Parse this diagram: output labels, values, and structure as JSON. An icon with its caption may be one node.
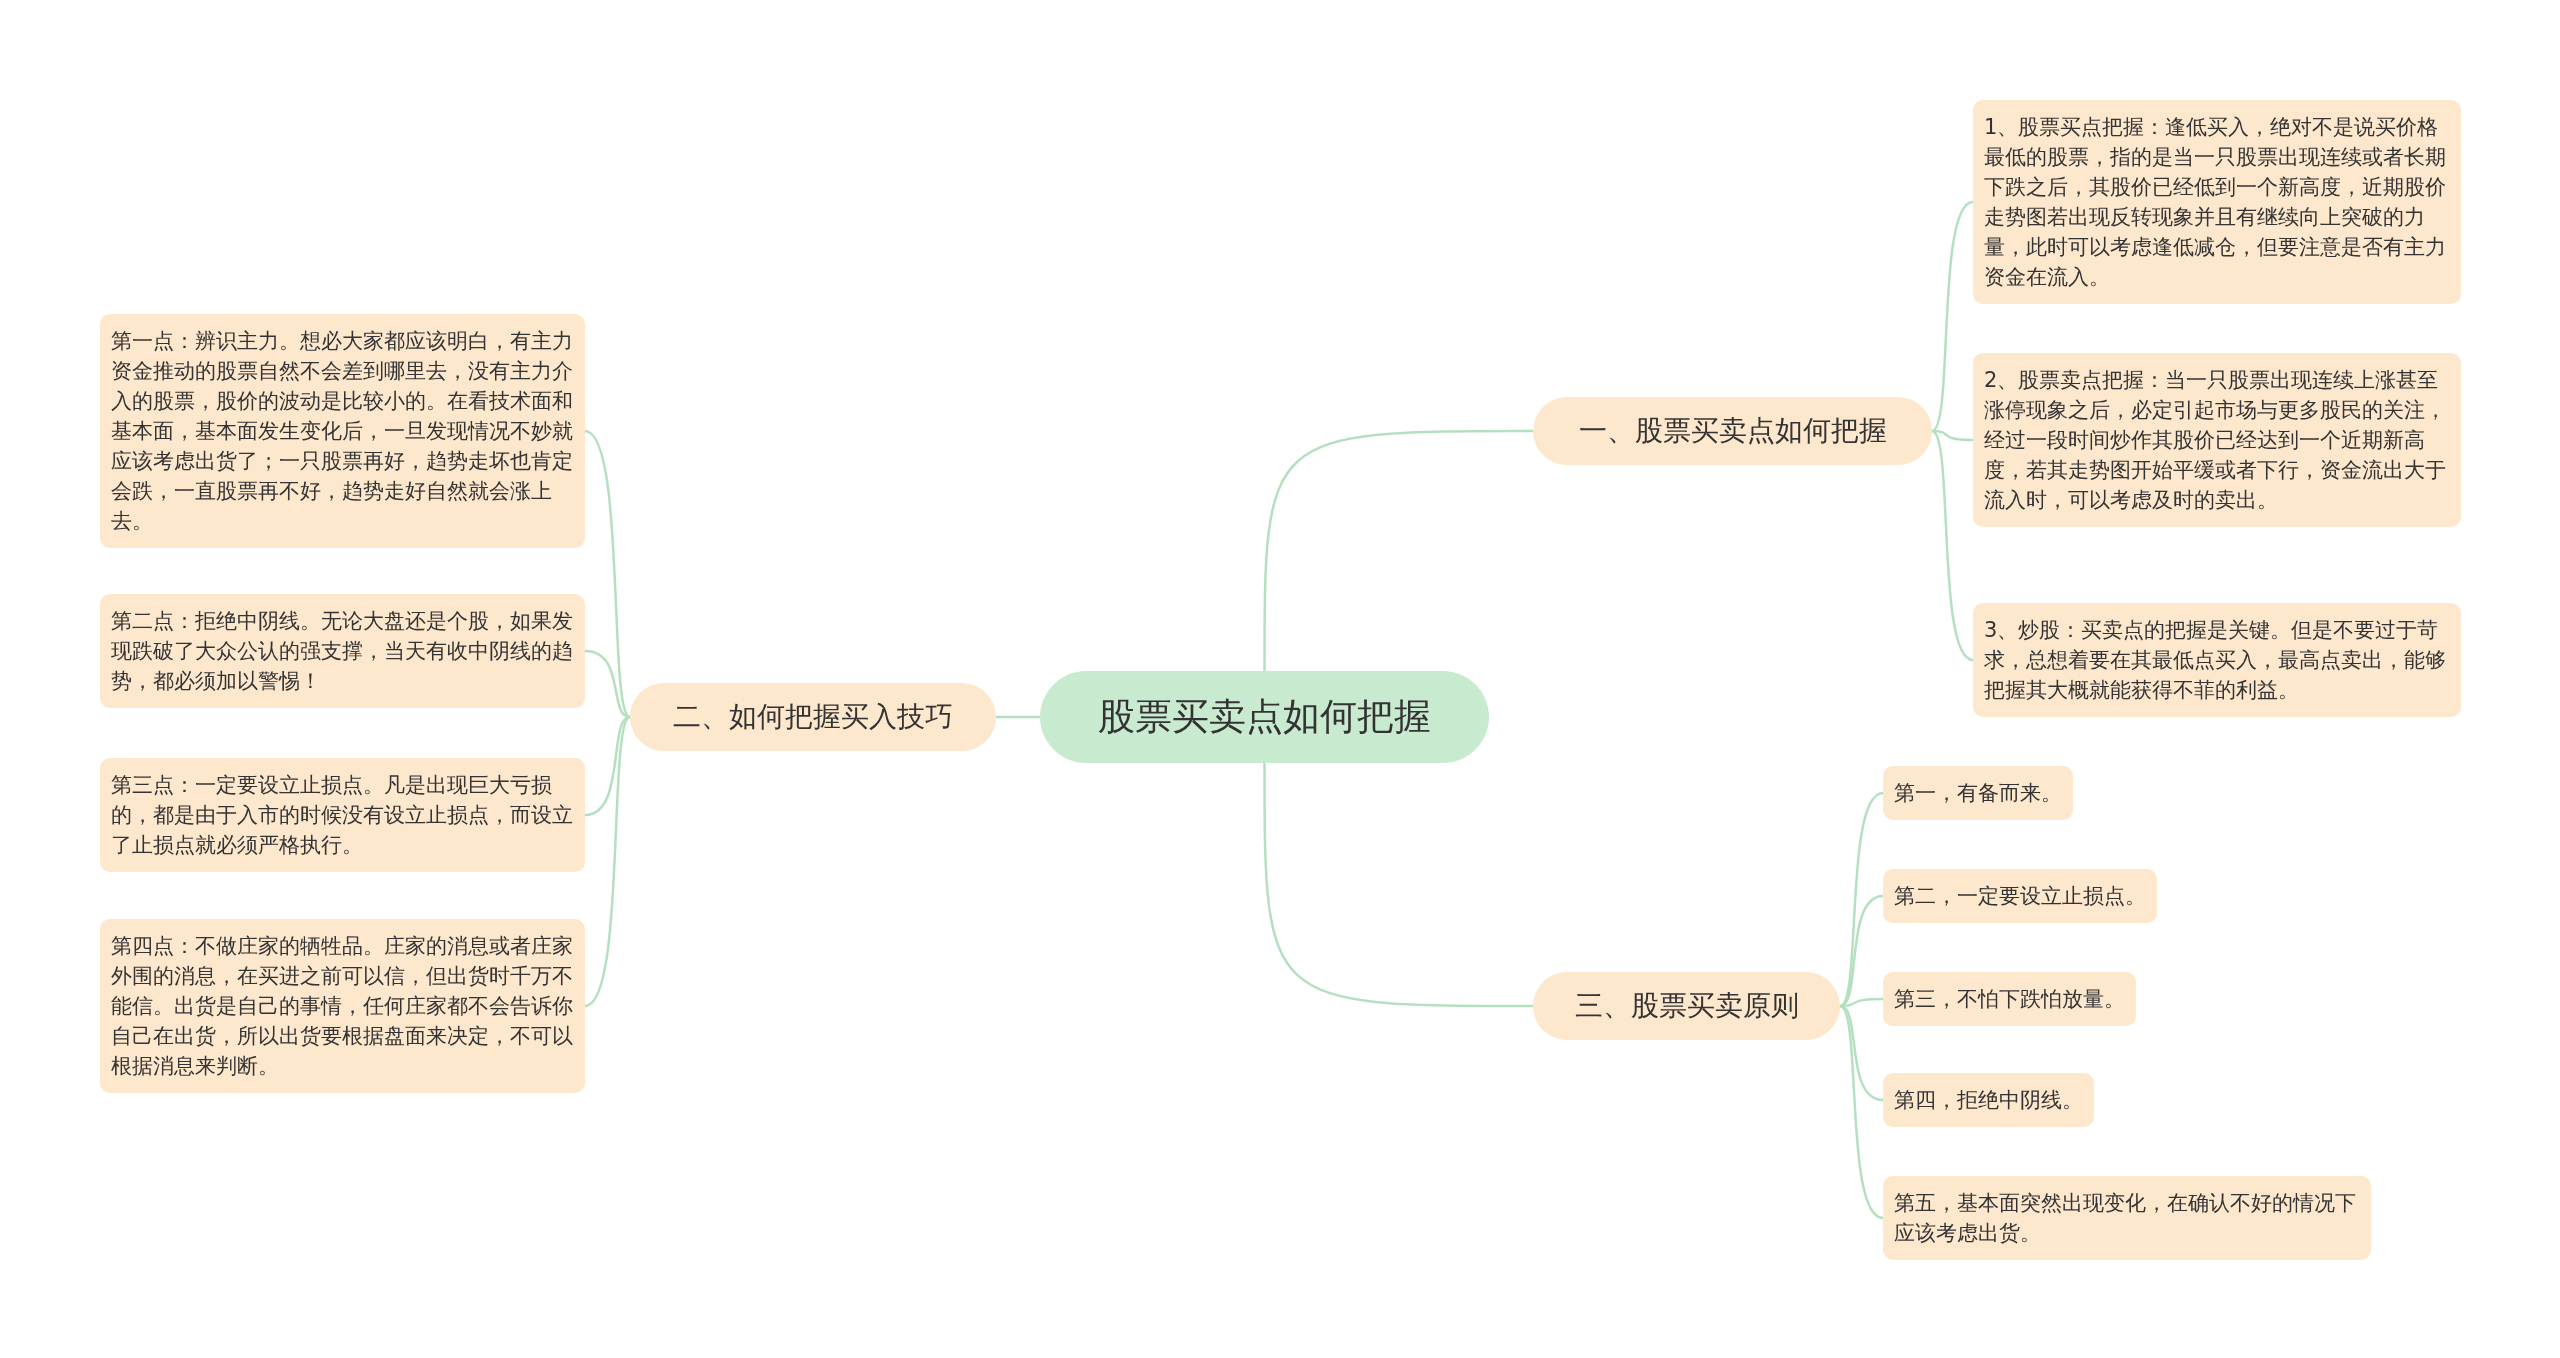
{
  "diagram": {
    "nodes": [
      {
        "text": [
          "股票买卖点如何把握"
        ]
      },
      {
        "text": [
          "一、股票买卖点如何把握"
        ]
      },
      {
        "text": [
          "1、股票买点把握：逢低买入，绝对不是说买价格最低的股票，指的是当一只股票出现连续或者长期下跌之后，其股价已经低到一个新高度，近期股价走势图若出现反转现象并且有继续向上突破的力量，此时可以考虑逢低减仓，但要注意是否有主力资金在流入。"
        ]
      },
      {
        "text": [
          "2、股票卖点把握：当一只股票出现连续上涨甚至涨停现象之后，必定引起市场与更多股民的关注，经过一段时间炒作其股价已经达到一个近期新高度，若其走势图开始平缓或者下行，资金流出大于流入时，可以考虑及时的卖出。"
        ]
      },
      {
        "text": [
          "3、炒股：买卖点的把握是关键。但是不要过于苛求，总想着要在其最低点买入，最高点卖出，能够把握其大概就能获得不菲的利益。"
        ]
      },
      {
        "text": [
          "二、如何把握买入技巧"
        ]
      },
      {
        "text": [
          "第一点：辨识主力。想必大家都应该明白，有主力资金推动的股票自然不会差到哪里去，没有主力介入的股票，股价的波动是比较小的。在看技术面和基本面，基本面发生变化后，一旦发现情况不妙就应该考虑出货了；一只股票再好，趋势走坏也肯定会跌，一直股票再不好，趋势走好自然就会涨上去。"
        ]
      },
      {
        "text": [
          "第二点：拒绝中阴线。无论大盘还是个股，如果发现跌破了大众公认的强支撑，当天有收中阴线的趋势，都必须加以警惕！"
        ]
      },
      {
        "text": [
          "第三点：一定要设立止损点。凡是出现巨大亏损的，都是由于入市的时候没有设立止损点，而设立了止损点就必须严格执行。"
        ]
      },
      {
        "text": [
          "第四点：不做庄家的牺牲品。庄家的消息或者庄家外围的消息，在买进之前可以信，但出货时千万不能信。出货是自己的事情，任何庄家都不会告诉你自己在出货，所以出货要根据盘面来决定，不可以根据消息来判断。"
        ]
      },
      {
        "text": [
          "三、股票买卖原则"
        ]
      },
      {
        "text": [
          "第一，有备而来。"
        ]
      },
      {
        "text": [
          "第二，一定要设立止损点。"
        ]
      },
      {
        "text": [
          "第三，不怕下跌怕放量。"
        ]
      },
      {
        "text": [
          "第四，拒绝中阴线。"
        ]
      },
      {
        "text": [
          "第五，基本面突然出现变化，在确认不好的情况下应该考虑出货。"
        ]
      }
    ],
    "edges": [
      {
        "from": 0,
        "to": 1,
        "arrow": "none"
      },
      {
        "from": 1,
        "to": 2,
        "arrow": "none"
      },
      {
        "from": 1,
        "to": 3,
        "arrow": "none"
      },
      {
        "from": 1,
        "to": 4,
        "arrow": "none"
      },
      {
        "from": 0,
        "to": 5,
        "arrow": "none"
      },
      {
        "from": 5,
        "to": 6,
        "arrow": "none"
      },
      {
        "from": 5,
        "to": 7,
        "arrow": "none"
      },
      {
        "from": 5,
        "to": 8,
        "arrow": "none"
      },
      {
        "from": 5,
        "to": 9,
        "arrow": "none"
      },
      {
        "from": 0,
        "to": 10,
        "arrow": "none"
      },
      {
        "from": 10,
        "to": 11,
        "arrow": "none"
      },
      {
        "from": 10,
        "to": 12,
        "arrow": "none"
      },
      {
        "from": 10,
        "to": 13,
        "arrow": "none"
      },
      {
        "from": 10,
        "to": 14,
        "arrow": "none"
      },
      {
        "from": 10,
        "to": 15,
        "arrow": "none"
      }
    ]
  }
}
